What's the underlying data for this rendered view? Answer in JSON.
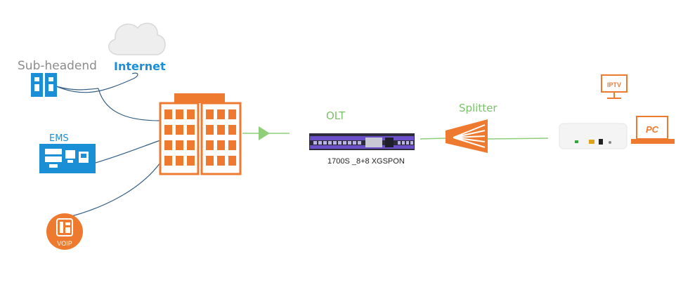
{
  "labels": {
    "sub_headend": "Sub-headend",
    "internet": "Internet",
    "ems": "EMS",
    "voip": "VOIP",
    "olt": "OLT",
    "olt_model": "1700S _8+8 XGSPON",
    "splitter": "Splitter",
    "iptv": "IPTV",
    "pc": "PC"
  },
  "colors": {
    "orange": "#ee7a2f",
    "blue": "#1b8fd6",
    "green": "#8fcf7a",
    "purple": "#6a4fc8",
    "link": "#345e86",
    "gray_text": "#8c8c8c"
  },
  "icons": [
    "cloud-icon",
    "server-pair-icon",
    "ems-network-icon",
    "voip-phone-icon",
    "building-icon",
    "olt-device-icon",
    "splitter-icon",
    "iptv-icon",
    "pc-icon",
    "ont-router-icon"
  ]
}
